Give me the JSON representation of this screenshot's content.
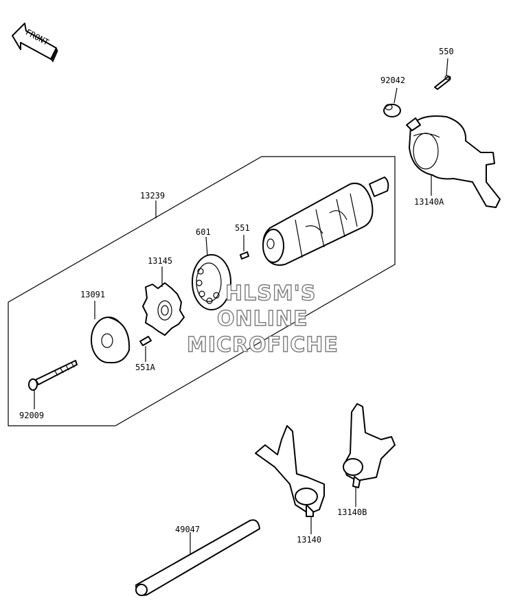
{
  "front_arrow": {
    "label": "FRONT"
  },
  "callouts": [
    {
      "id": "550",
      "text": "550"
    },
    {
      "id": "92042",
      "text": "92042"
    },
    {
      "id": "13140A",
      "text": "13140A"
    },
    {
      "id": "13239",
      "text": "13239"
    },
    {
      "id": "601",
      "text": "601"
    },
    {
      "id": "551",
      "text": "551"
    },
    {
      "id": "13145",
      "text": "13145"
    },
    {
      "id": "13091",
      "text": "13091"
    },
    {
      "id": "551A",
      "text": "551A"
    },
    {
      "id": "92009",
      "text": "92009"
    },
    {
      "id": "49047",
      "text": "49047"
    },
    {
      "id": "13140",
      "text": "13140"
    },
    {
      "id": "13140B",
      "text": "13140B"
    }
  ],
  "watermark": {
    "line1": "HLSM'S",
    "line2": "ONLINE",
    "line3": "MICROFICHE"
  }
}
